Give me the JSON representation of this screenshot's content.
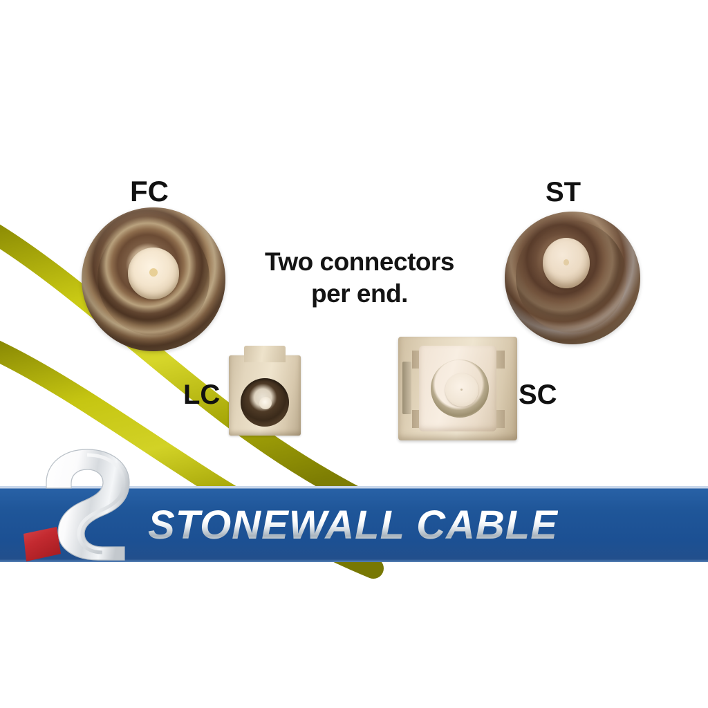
{
  "image": {
    "type": "product-photo",
    "subject": "Fiber optic patch cable connector types",
    "background_color": "#ffffff"
  },
  "caption": {
    "line1": "Two connectors",
    "line2": "per end.",
    "full_text": "Two connectors per end.",
    "color": "#141414"
  },
  "connectors": [
    {
      "id": "fc",
      "label": "FC",
      "shape": "round-threaded",
      "body_color": "#7a5b42",
      "ferrule_color": "#f4e5cd"
    },
    {
      "id": "st",
      "label": "ST",
      "shape": "round-bayonet",
      "body_color": "#6d4e39",
      "ferrule_color": "#ecdbc4"
    },
    {
      "id": "lc",
      "label": "LC",
      "shape": "square-small-latch",
      "body_color": "#e3d6bd",
      "ferrule_color": "#ece2d0"
    },
    {
      "id": "sc",
      "label": "SC",
      "shape": "square-push-pull",
      "body_color": "#e4d7be",
      "ferrule_color": "#f1e6d6"
    }
  ],
  "cables": {
    "count": 2,
    "color_light": "#cfcf17",
    "color_dark": "#8f8f05",
    "description": "yellow single-mode fiber optic cables"
  },
  "banner": {
    "brand": "STONEWALL CABLE",
    "background_color": "#1f5699",
    "text_color": "#ffffff",
    "logo": {
      "name": "stonewall-hook-s-logo",
      "hook_color": "#ffffff",
      "accent_color": "#c9252c"
    }
  }
}
